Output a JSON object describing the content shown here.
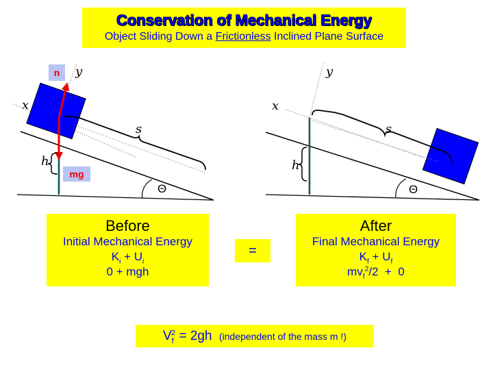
{
  "title": "Conservation of Mechanical Energy",
  "subtitle": {
    "pre": "Object Sliding Down a ",
    "underlined": "Frictionless",
    "post": " Inclined Plane Surface"
  },
  "left_diagram": {
    "normal_force_label": "n",
    "weight_label": "mg",
    "x_axis_label": "x",
    "y_axis_label": "y",
    "height_label": "h",
    "distance_label": "s",
    "angle_label": "Θ"
  },
  "right_diagram": {
    "x_axis_label": "x",
    "y_axis_label": "y",
    "height_label": "h",
    "distance_label": "s",
    "angle_label": "Θ"
  },
  "before": {
    "heading": "Before",
    "line1": "Initial Mechanical Energy",
    "k": "K",
    "k_sub": "i",
    "plus": " + ",
    "u": "U",
    "u_sub": "i",
    "line3": "0 + mgh"
  },
  "equals": "=",
  "after": {
    "heading": "After",
    "line1": "Final Mechanical Energy",
    "k": "K",
    "k_sub": "f",
    "plus": " + ",
    "u": "U",
    "u_sub": "f",
    "mv": "mv",
    "v_sub": "f",
    "v_sup": "2",
    "tail": "/2  +  0"
  },
  "result": {
    "v": "V",
    "v_sub": "f",
    "v_sup": "2",
    "rhs": " = 2gh",
    "note": "(independent of the mass m !)"
  },
  "colors": {
    "box_fill": "#ffff00",
    "text_blue": "#0000ee",
    "block_blue": "#0000ff",
    "arrow_red": "#ee0000",
    "height_line_teal": "#008b8b"
  }
}
